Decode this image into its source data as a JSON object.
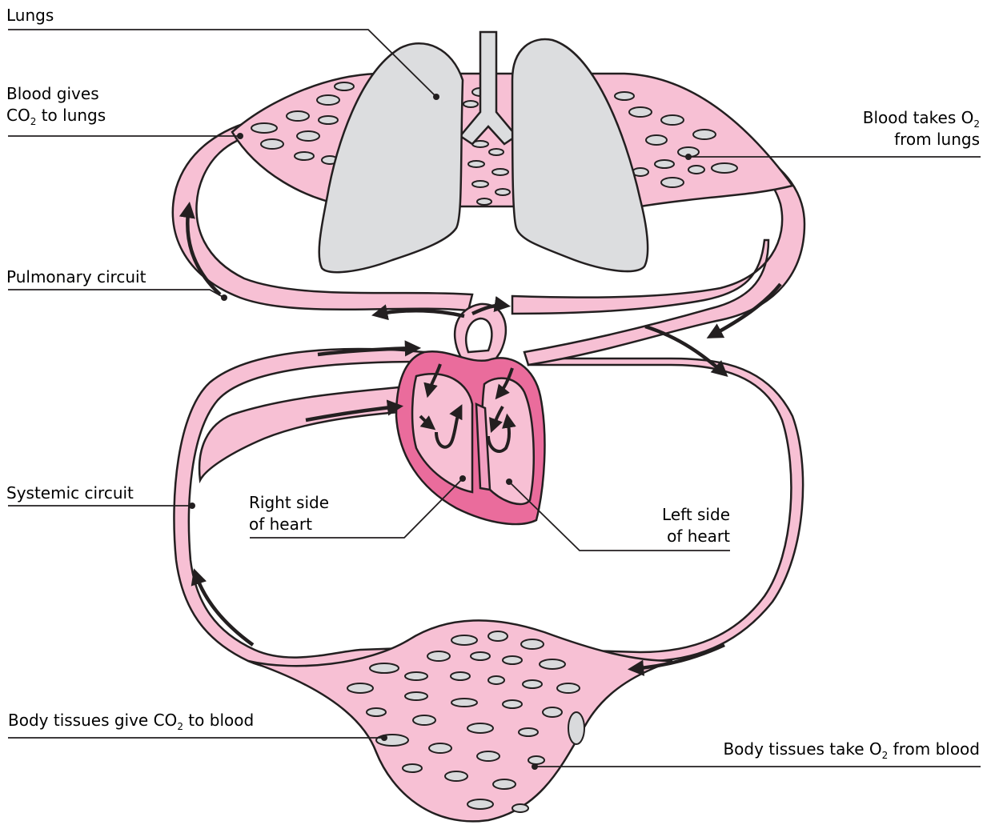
{
  "labels": {
    "lungs": "Lungs",
    "co2_to_lungs": {
      "line1": "Blood gives",
      "line2_pre": "CO",
      "line2_sub": "2",
      "line2_post": " to lungs"
    },
    "o2_from_lungs": {
      "line1_pre": "Blood takes O",
      "line1_sub": "2",
      "line2": "from lungs"
    },
    "pulmonary": "Pulmonary circuit",
    "systemic": "Systemic circuit",
    "right_heart": {
      "line1": "Right side",
      "line2": "of heart"
    },
    "left_heart": {
      "line1": "Left side",
      "line2": "of heart"
    },
    "tissues_give": {
      "pre": "Body tissues give CO",
      "sub": "2",
      "post": " to blood"
    },
    "tissues_take": {
      "pre": "Body tissues take O",
      "sub": "2",
      "post": " from blood"
    }
  },
  "colors": {
    "vessel_fill": "#f7c0d4",
    "heart_dark": "#ea6c9c",
    "heart_mid": "#f2a0c1",
    "lung_fill": "#dcdddf",
    "cell_fill": "#d9dadc",
    "outline": "#231f20"
  }
}
